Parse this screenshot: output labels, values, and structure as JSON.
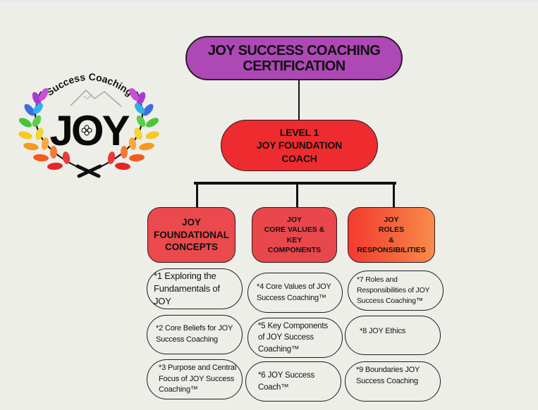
{
  "logo": {
    "arc_text": "Success Coaching",
    "wordmark": "JOY",
    "icon": "laurel-wreath-mountain-logo",
    "leaf_colors": [
      "#a63bd1",
      "#3a6fe0",
      "#2fb2e8",
      "#49c43b",
      "#f2cb25",
      "#f59a1d",
      "#f25b1e",
      "#e52626"
    ]
  },
  "diagram": {
    "root": {
      "label": "JOY SUCCESS COACHING CERTIFICATION",
      "line1": "JOY SUCCESS COACHING",
      "line2": "CERTIFICATION",
      "color": "#ad48b5"
    },
    "level": {
      "line1": "LEVEL 1",
      "line2": "JOY FOUNDATION",
      "line3": "COACH",
      "color": "#ee2b2e"
    },
    "categories": [
      {
        "lines": [
          "JOY",
          "FOUNDATIONAL",
          "CONCEPTS"
        ],
        "color": "#ea4a4d",
        "items": [
          "*1 Exploring the Fundamentals of JOY",
          "*2 Core Beliefs for JOY Success Coaching",
          "*3 Purpose and Central Focus of JOY Success Coaching™"
        ]
      },
      {
        "lines": [
          "JOY",
          "CORE VALUES &",
          "KEY",
          "COMPONENTS"
        ],
        "color": "#e8474b",
        "items": [
          "*4 Core Values of JOY Success Coaching™",
          "*5 Key Components of JOY Success Coaching™",
          "*6 JOY Success Coach™"
        ]
      },
      {
        "lines": [
          "JOY",
          "ROLES",
          "&",
          "RESPONSIBILITIES"
        ],
        "color": "#f43a2e → #fb8c4a",
        "items": [
          "*7 Roles and Responsibilities of JOY Success Coaching™",
          "*8 JOY Ethics",
          "*9 Boundaries JOY Success Coaching"
        ]
      }
    ]
  }
}
